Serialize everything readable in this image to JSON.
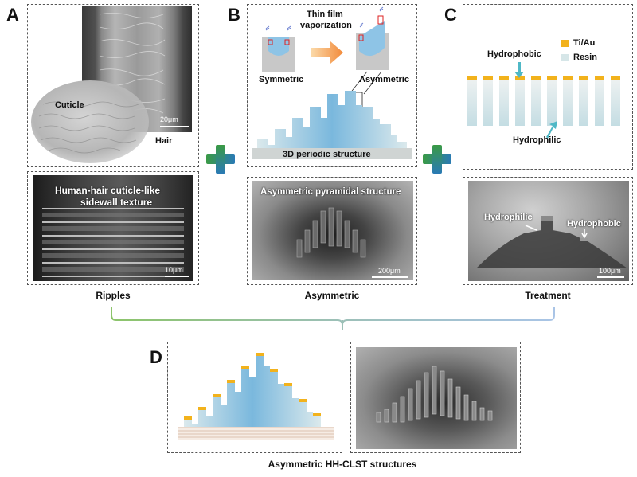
{
  "panels": {
    "a": {
      "letter": "A",
      "cuticle_label": "Cuticle",
      "hair_label": "Hair",
      "scale_top": "20μm",
      "texture_label_line1": "Human-hair cuticle-like",
      "texture_label_line2": "sidewall texture",
      "scale_bottom": "10μm",
      "caption": "Ripples"
    },
    "b": {
      "letter": "B",
      "vapor_line1": "Thin film",
      "vapor_line2": "vaporization",
      "symmetric_label": "Symmetric",
      "asymmetric_label": "Asymmetric",
      "base_label": "3D periodic structure",
      "sem_label": "Asymmetric pyramidal structure",
      "scale": "200μm",
      "caption": "Asymmetric"
    },
    "c": {
      "letter": "C",
      "legend_tiau": "Ti/Au",
      "legend_resin": "Resin",
      "hydrophobic_label": "Hydrophobic",
      "hydrophilic_label": "Hydrophilic",
      "sem_hydrophilic": "Hydrophilic",
      "sem_hydrophobic": "Hydrophobic",
      "scale": "100μm",
      "caption": "Treatment"
    },
    "d": {
      "letter": "D",
      "caption": "Asymmetric HH-CLST structures"
    }
  },
  "colors": {
    "gold": "#f2b21c",
    "resin_blue": "#7ab8dd",
    "resin_light": "#d6e6e8",
    "connector_left": "#8cc46a",
    "connector_right": "#a9c4e6",
    "plus_green": "#3a9a45",
    "plus_blue": "#2a7ab5"
  }
}
